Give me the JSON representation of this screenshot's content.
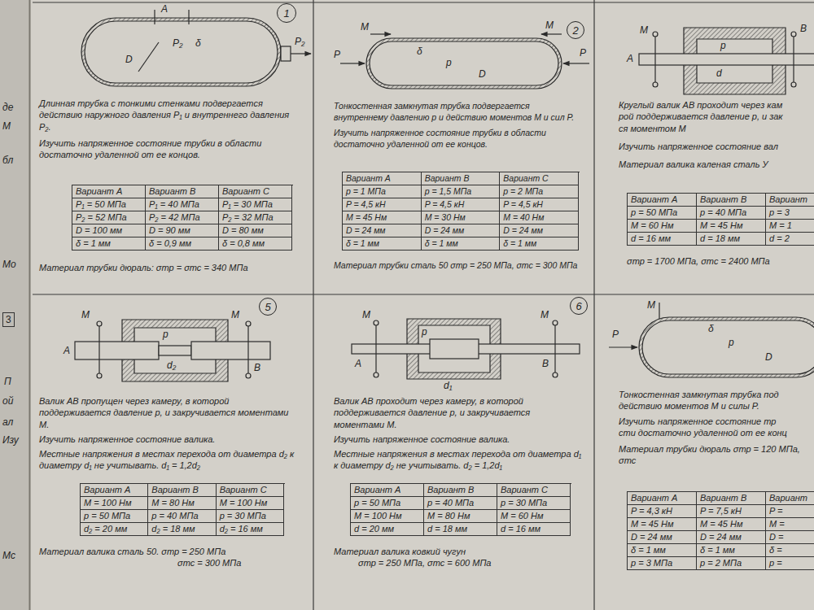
{
  "diagram": {
    "nodes": [
      {
        "text": [
          "Длинная трубка с тонкими стенками подвергается действию наружного давления P₁ и внутреннего давления P₂.",
          "Изучить напряженное состояние трубки в области достаточно удаленной от ее концов.",
          "Материал трубки дюраль: σтр = σтс = 340 МПа"
        ]
      },
      {
        "text": [
          "1"
        ],
        "in": 0
      },
      {
        "text": [
          "Вариант A",
          "Вариант B",
          "Вариант C",
          "P₁ = 50 МПа",
          "P₁ = 40 МПа",
          "P₁ = 30 МПа",
          "P₂ = 52 МПа",
          "P₂ = 42 МПа",
          "P₂ = 32 МПа",
          "D = 100 мм",
          "D = 90 мм",
          "D = 80 мм",
          "δ = 1 мм",
          "δ = 0,9 мм",
          "δ = 0,8 мм"
        ],
        "in": 0
      },
      {
        "text": [
          "Тонкостенная замкнутая трубка подвергается внутреннему давлению p и действию моментов M и сил P.",
          "Изучить напряженное состояние трубки в области достаточно удаленной от ее концов.",
          "Материал трубки сталь 50 σтр = 250 МПа, σтс = 300 МПа"
        ]
      },
      {
        "text": [
          "2"
        ],
        "in": 3
      },
      {
        "text": [
          "Вариант A",
          "Вариант B",
          "Вариант C",
          "p = 1 МПа",
          "p = 1,5 МПа",
          "p = 2 МПа",
          "P = 4,5 кН",
          "P = 4,5 кН",
          "P = 4,5 кН",
          "M = 45 Нм",
          "M = 30 Нм",
          "M = 40 Нм",
          "D = 24 мм",
          "D = 24 мм",
          "D = 24 мм",
          "δ = 1 мм",
          "δ = 1 мм",
          "δ = 1 мм"
        ],
        "in": 3
      },
      {
        "text": [
          "Круглый валик AB проходит через кам",
          "рой поддерживается давление p, и зак",
          "ся моментом M",
          "Изучить напряженное состояние вал",
          "Материал валика каленая сталь У",
          "σтр = 1700 МПа, σтс = 2400 МПа"
        ]
      },
      {
        "text": [
          "Вариант A",
          "Вариант B",
          "Вариант",
          "p = 50 МПа",
          "p = 40 МПа",
          "p = 3",
          "M = 60 Нм",
          "M = 45 Нм",
          "M = 1",
          "d = 16 мм",
          "d = 18 мм",
          "d = 2"
        ],
        "in": 6
      },
      {
        "text": [
          "Валик AB пропущен через камеру, в которой поддерживается давление p, и закручивается моментами M.",
          "Изучить напряженное состояние валика.",
          "Местные напряжения в местах перехода от диаметра d₂ к диаметру d₁ не учитывать. d₁ = 1,2d₂",
          "Материал валика сталь 50. σтр = 250 МПа",
          "σтс = 300 МПа"
        ]
      },
      {
        "text": [
          "5"
        ],
        "in": 8
      },
      {
        "text": [
          "Вариант A",
          "Вариант B",
          "Вариант C",
          "M = 100 Нм",
          "M = 80 Нм",
          "M = 100 Нм",
          "p = 50 МПа",
          "p = 40 МПа",
          "p = 30 МПа",
          "d₂ = 20 мм",
          "d₂ = 18 мм",
          "d₂ = 16 мм"
        ],
        "in": 8
      },
      {
        "text": [
          "Валик AB проходит через камеру, в которой поддерживается давление p, и закручивается моментами M.",
          "Изучить напряженное состояние валика.",
          "Местные напряжения в местах перехода от диаметра d₁ к диаметру d₂ не учитывать. d₂ = 1,2d₁",
          "Материал валика ковкий чугун",
          "σтр = 250 МПа, σтс = 600 МПа"
        ]
      },
      {
        "text": [
          "6"
        ],
        "in": 11
      },
      {
        "text": [
          "Вариант A",
          "Вариант B",
          "Вариант C",
          "p = 50 МПа",
          "p = 40 МПа",
          "p = 30 МПа",
          "M = 100 Нм",
          "M = 80 Нм",
          "M = 60 Нм",
          "d = 20 мм",
          "d = 18 мм",
          "d = 16 мм"
        ],
        "in": 11
      },
      {
        "text": [
          "Тонкостенная замкнутая трубка под",
          "действию моментов M и силы P.",
          "Изучить напряженное состояние тр",
          "сти достаточно удаленной от ее конц",
          "Материал трубки дюраль σтр = 120 МПа, σтс"
        ]
      },
      {
        "text": [
          "Вариант A",
          "Вариант B",
          "Вариант",
          "P = 4,3 кН",
          "P = 7,5 кН",
          "P =",
          "M = 45 Нм",
          "M = 45 Нм",
          "M =",
          "D = 24 мм",
          "D = 24 мм",
          "D =",
          "δ = 1 мм",
          "δ = 1 мм",
          "δ =",
          "p = 3 МПа",
          "p = 2 МПа",
          "p ="
        ],
        "in": 14
      }
    ],
    "labels": [
      "де",
      "М",
      "бл",
      "Мо",
      "3",
      "П",
      "ой",
      "ал",
      "Изу",
      "Мс",
      "A",
      "P₂",
      "δ",
      "D",
      "P₂",
      "M",
      "M",
      "P",
      "P",
      "δ",
      "p",
      "D",
      "M",
      "B",
      "A",
      "p",
      "d",
      "M",
      "M",
      "A",
      "B",
      "p",
      "d₂",
      "M",
      "M",
      "A",
      "B",
      "p",
      "d₁",
      "M",
      "P",
      "δ",
      "p",
      "D"
    ]
  }
}
